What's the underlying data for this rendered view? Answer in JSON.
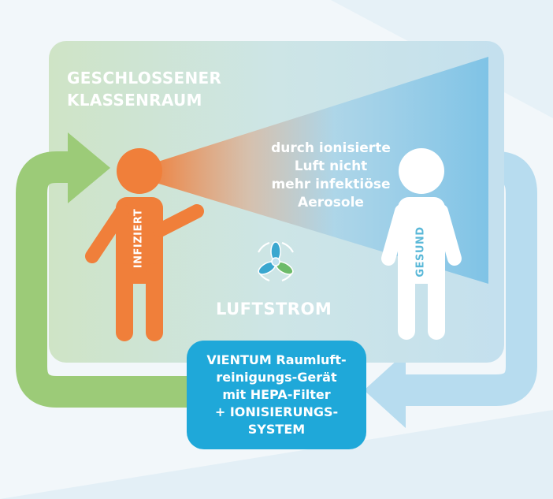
{
  "room": {
    "title_line1": "GESCHLOSSENER",
    "title_line2": "KLASSENRAUM"
  },
  "beam_text": [
    "durch ionisierte",
    "Luft nicht",
    "mehr infektiöse",
    "Aerosole"
  ],
  "persons": {
    "infected": "INFIZIERT",
    "healthy": "GESUND"
  },
  "airflow": {
    "label": "LUFTSTROM",
    "icon": "fan-icon"
  },
  "device": {
    "lines": [
      "VIENTUM Raumluft-",
      "reinigungs-Gerät",
      "mit HEPA-Filter",
      "+ IONISIERUNGS-",
      "SYSTEM"
    ]
  },
  "colors": {
    "orange": "#f07f3a",
    "green": "#9ccb78",
    "light_blue": "#b7dcef",
    "device_blue": "#1fa8d9",
    "beam_blue": "#8ecbe8"
  }
}
